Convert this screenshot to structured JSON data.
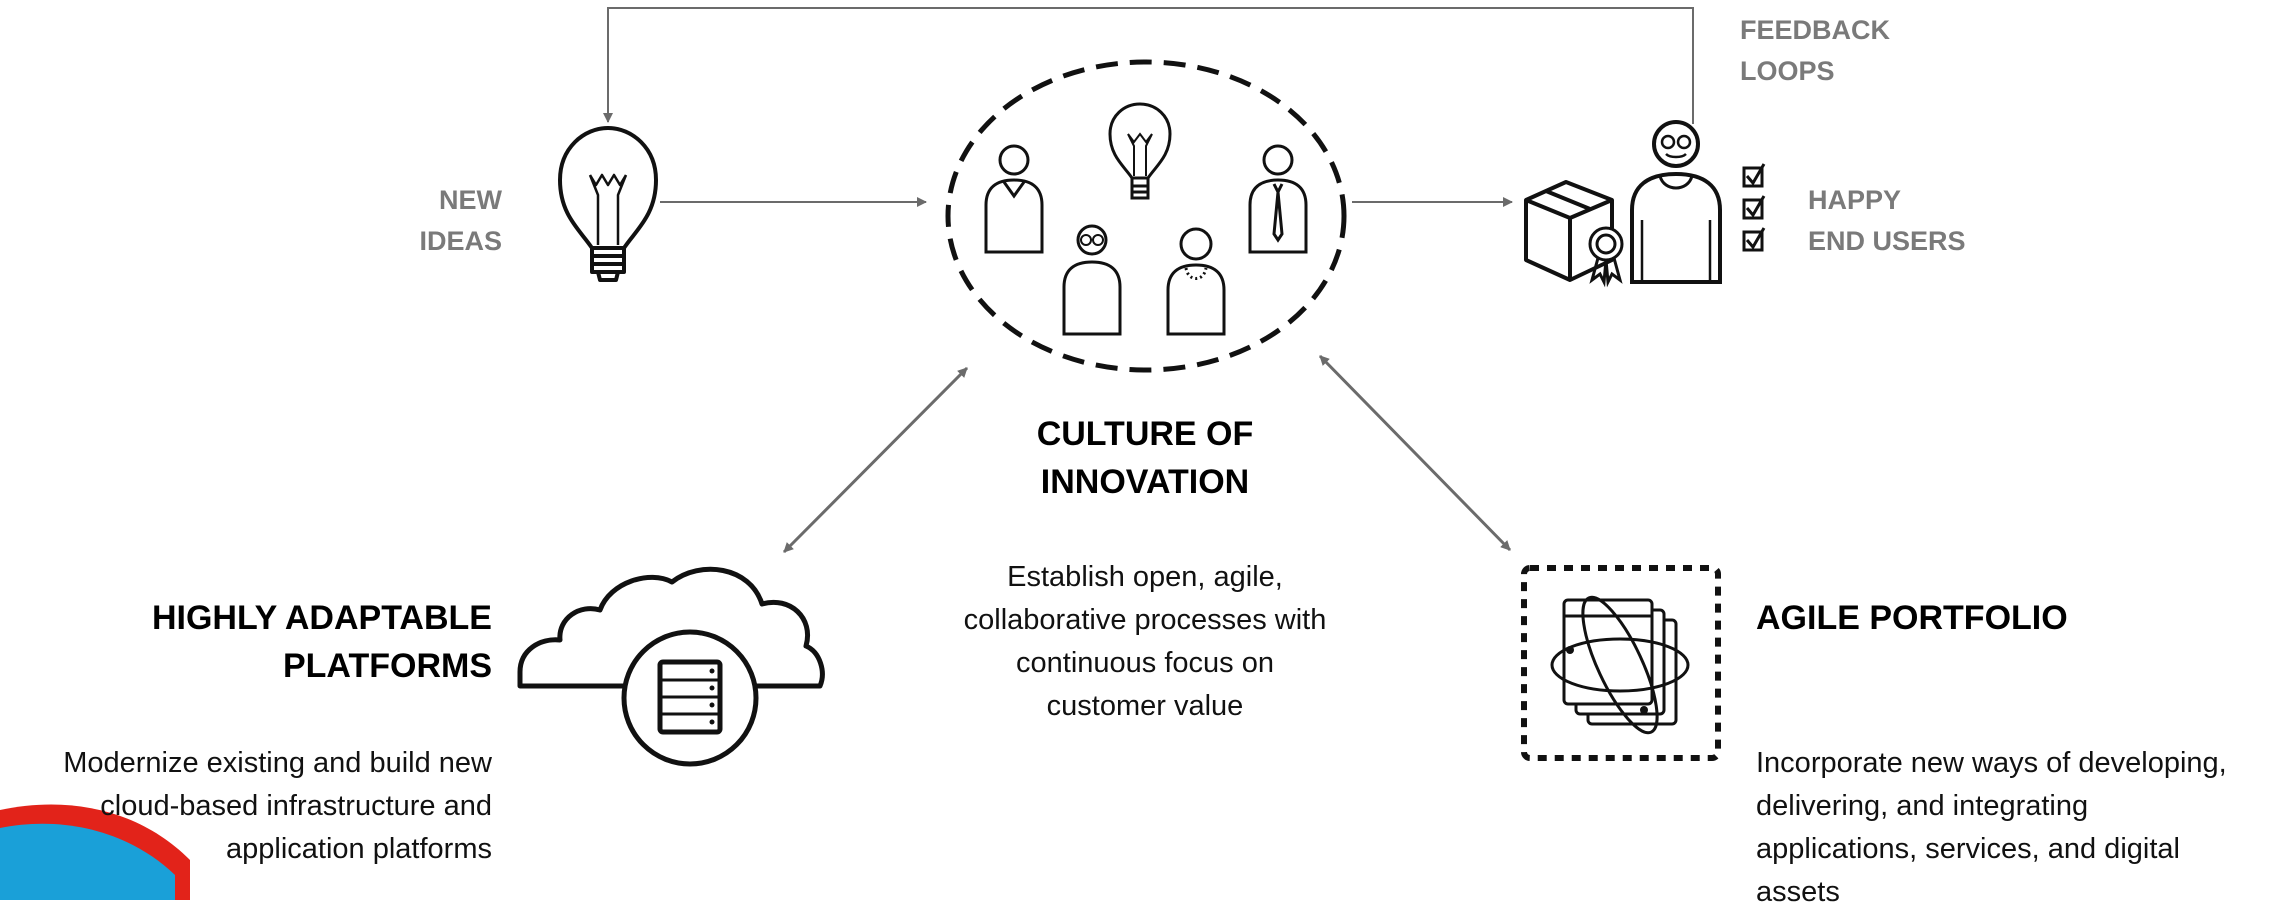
{
  "feedback": {
    "line1": "FEEDBACK",
    "line2": "LOOPS"
  },
  "new_ideas": {
    "line1": "NEW",
    "line2": "IDEAS"
  },
  "happy_users": {
    "line1": "HAPPY",
    "line2": "END USERS"
  },
  "culture": {
    "title1": "CULTURE OF",
    "title2": "INNOVATION",
    "desc": [
      "Establish open, agile,",
      "collaborative processes with",
      "continuous focus on",
      "customer value"
    ]
  },
  "platforms": {
    "title1": "HIGHLY ADAPTABLE",
    "title2": "PLATFORMS",
    "desc": [
      "Modernize existing and build new",
      "cloud-based infrastructure and",
      "application platforms"
    ]
  },
  "portfolio": {
    "title1": "AGILE",
    "title2": "PORTFOLIO",
    "desc": [
      "Incorporate new ways of developing,",
      "delivering, and integrating",
      "applications, services, and digital",
      "assets"
    ]
  },
  "icons": [
    "lightbulb-icon",
    "team-icon",
    "product-box-icon",
    "award-ribbon-icon",
    "end-user-icon",
    "checklist-icon",
    "cloud-server-icon",
    "portfolio-orbit-icon"
  ],
  "colors": {
    "arrow": "#6b6b6b",
    "label_gray": "#7a7a7a",
    "accent_red": "#e2231a",
    "accent_blue": "#1aa0d8"
  }
}
